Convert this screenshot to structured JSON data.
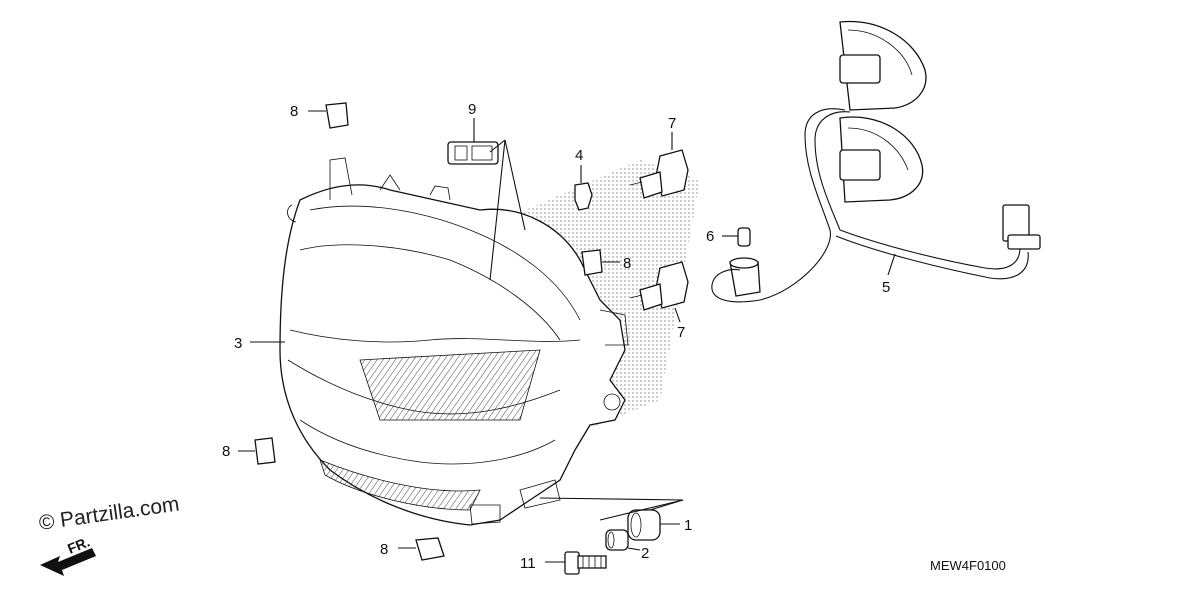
{
  "diagram": {
    "code": "MEW4F0100",
    "watermark": "© Partzilla.com",
    "direction_label": "FR.",
    "callouts": [
      {
        "id": "c1",
        "text": "1"
      },
      {
        "id": "c2",
        "text": "2"
      },
      {
        "id": "c3",
        "text": "3"
      },
      {
        "id": "c4",
        "text": "4"
      },
      {
        "id": "c5",
        "text": "5"
      },
      {
        "id": "c6",
        "text": "6"
      },
      {
        "id": "c7a",
        "text": "7"
      },
      {
        "id": "c7b",
        "text": "7"
      },
      {
        "id": "c8a",
        "text": "8"
      },
      {
        "id": "c8b",
        "text": "8"
      },
      {
        "id": "c8c",
        "text": "8"
      },
      {
        "id": "c8d",
        "text": "8"
      },
      {
        "id": "c9",
        "text": "9"
      },
      {
        "id": "c11",
        "text": "11"
      }
    ]
  }
}
